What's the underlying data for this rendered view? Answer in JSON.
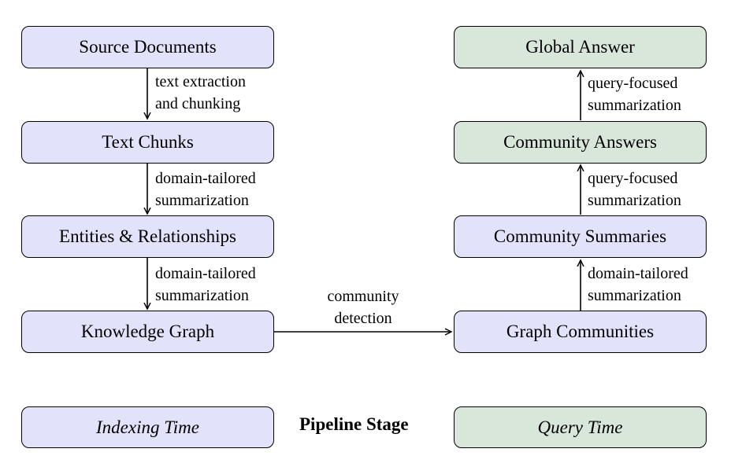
{
  "nodes": {
    "source_documents": "Source Documents",
    "text_chunks": "Text Chunks",
    "entities_relationships": "Entities & Relationships",
    "knowledge_graph": "Knowledge Graph",
    "global_answer": "Global Answer",
    "community_answers": "Community Answers",
    "community_summaries": "Community Summaries",
    "graph_communities": "Graph Communities"
  },
  "edges": {
    "source_to_chunks": [
      "text extraction",
      "and chunking"
    ],
    "chunks_to_entities": [
      "domain-tailored",
      "summarization"
    ],
    "entities_to_graph": [
      "domain-tailored",
      "summarization"
    ],
    "graph_to_communities": [
      "community",
      "detection"
    ],
    "communities_to_summaries": [
      "domain-tailored",
      "summarization"
    ],
    "summaries_to_answers": [
      "query-focused",
      "summarization"
    ],
    "answers_to_global": [
      "query-focused",
      "summarization"
    ]
  },
  "legend": {
    "indexing_time": "Indexing Time",
    "pipeline_stage": "Pipeline Stage",
    "query_time": "Query Time"
  },
  "colors": {
    "indexing_fill": "#e2e2fb",
    "query_fill": "#d9e7db",
    "stroke": "#000000"
  }
}
